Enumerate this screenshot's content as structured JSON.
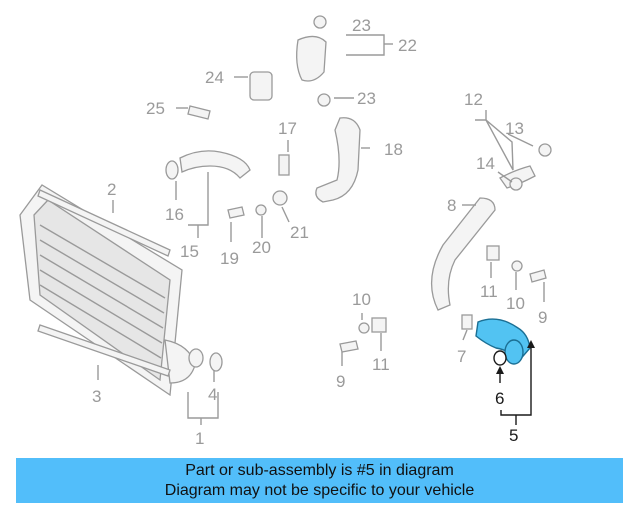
{
  "diagram": {
    "highlight_color": "#52c3f2",
    "callouts": {
      "c1": "1",
      "c2": "2",
      "c3": "3",
      "c4": "4",
      "c5": "5",
      "c6": "6",
      "c7": "7",
      "c8": "8",
      "c9a": "9",
      "c9b": "9",
      "c10a": "10",
      "c10b": "10",
      "c11a": "11",
      "c11b": "11",
      "c12": "12",
      "c13": "13",
      "c14": "14",
      "c15": "15",
      "c16": "16",
      "c17": "17",
      "c18": "18",
      "c19": "19",
      "c20": "20",
      "c21": "21",
      "c22": "22",
      "c23a": "23",
      "c23b": "23",
      "c24": "24",
      "c25": "25"
    }
  },
  "banner": {
    "background_color": "#52befa",
    "line1": "Part or sub-assembly is #5 in diagram",
    "line2": "Diagram may not be specific to your vehicle"
  }
}
